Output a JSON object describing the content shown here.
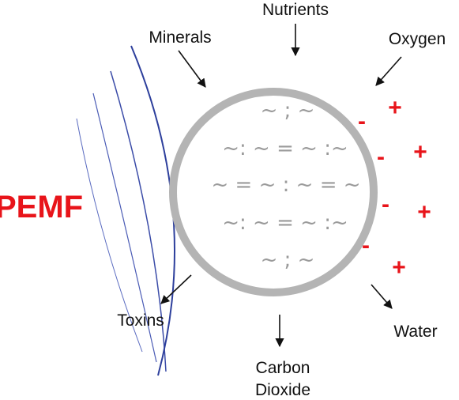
{
  "labels": {
    "nutrients": "Nutrients",
    "minerals": "Minerals",
    "oxygen": "Oxygen",
    "pemf": "PEMF",
    "toxins": "Toxins",
    "water": "Water",
    "carbon_line1": "Carbon",
    "carbon_line2": "Dioxide"
  },
  "cell_contents": [
    "~ ; ~",
    "~: ~ = ~ :~",
    "~ = ~ : ~ = ~",
    "~: ~ = ~ :~",
    "~ ; ~"
  ],
  "charges": {
    "plus": "+",
    "minus": "-"
  },
  "colors": {
    "pemf": "#e8141a",
    "charge": "#e8141a",
    "wave": "#2d3f9c",
    "cell_membrane": "#b4b4b4",
    "inner_text": "#9a9a9a",
    "arrow": "#111111"
  }
}
